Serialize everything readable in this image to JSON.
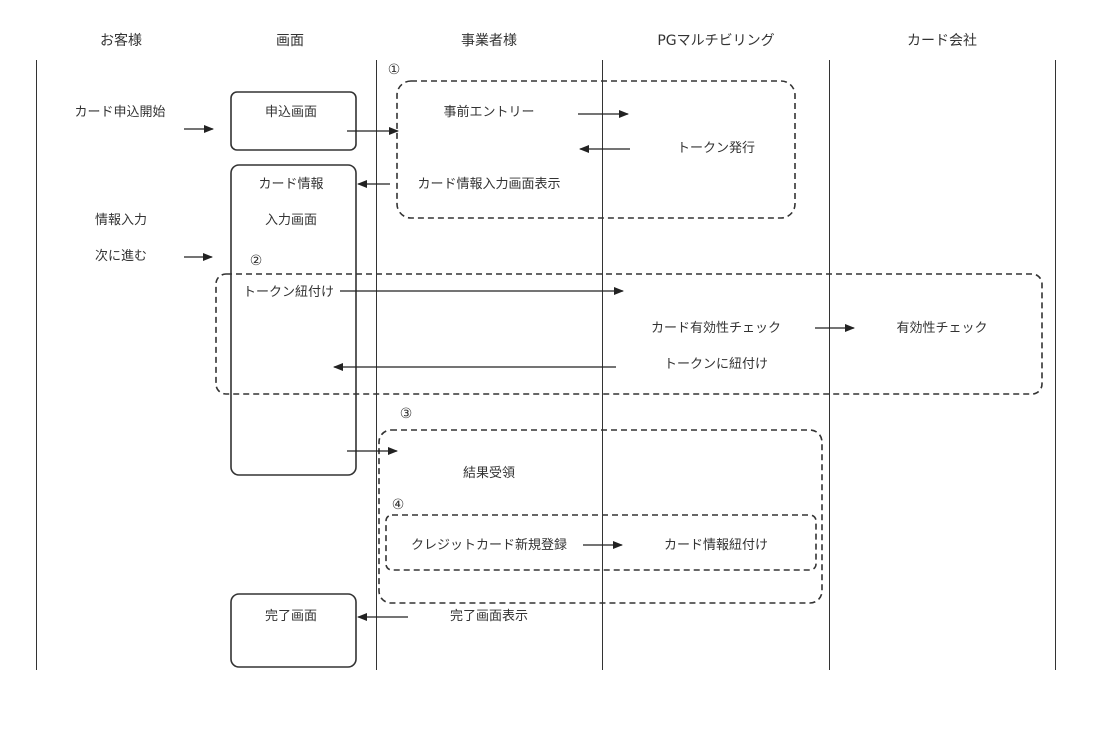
{
  "lanes": [
    "お客様",
    "画面",
    "事業者様",
    "PGマルチビリング",
    "カード会社"
  ],
  "sections": {
    "s1": "①",
    "s2": "②",
    "s3": "③",
    "s4": "④"
  },
  "customer": {
    "start": "カード申込開始",
    "input": "情報入力",
    "next": "次に進む"
  },
  "screens": {
    "apply": "申込画面",
    "card_info_line1": "カード情報",
    "card_info_line2": "入力画面",
    "complete": "完了画面"
  },
  "merchant": {
    "pre_entry": "事前エントリー",
    "show_card_input": "カード情報入力画面表示",
    "result_receive": "結果受領",
    "credit_register": "クレジットカード新規登録",
    "show_complete": "完了画面表示"
  },
  "pg": {
    "token_issue": "トークン発行",
    "card_check": "カード有効性チェック",
    "token_bind": "トークンに紐付け",
    "card_info_bind": "カード情報紐付け"
  },
  "screen_actions": {
    "token_link": "トークン紐付け"
  },
  "card_company": {
    "validity_check": "有効性チェック"
  },
  "colors": {
    "line": "#333333",
    "text": "#333333"
  }
}
